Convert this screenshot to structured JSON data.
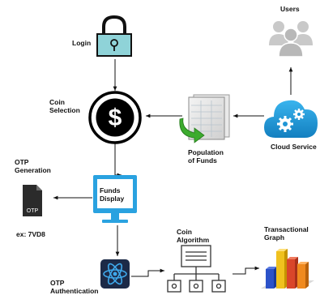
{
  "nodes": {
    "users": {
      "label": "Users",
      "icon": "users-group-icon"
    },
    "login": {
      "label": "Login",
      "icon": "padlock-icon"
    },
    "coin_selection": {
      "label": "Coin\nSelection",
      "icon": "dollar-coin-icon"
    },
    "population_of_funds": {
      "label": "Population\nof Funds",
      "icon": "spreadsheet-refresh-icon"
    },
    "cloud_service": {
      "label": "Cloud Service",
      "icon": "cloud-gears-icon"
    },
    "otp_generation": {
      "label": "OTP\nGeneration",
      "icon": "otp-file-icon",
      "file_text": "OTP"
    },
    "funds_display": {
      "label": "Funds\nDisplay",
      "icon": "monitor-icon"
    },
    "example": {
      "label": "ex: 7VD8"
    },
    "otp_authentication": {
      "label": "OTP\nAuthentication",
      "icon": "atom-app-icon"
    },
    "coin_algorithm": {
      "label": "Coin\nAlgorithm",
      "icon": "hierarchy-chart-icon"
    },
    "transactional_graph": {
      "label": "Transactional\nGraph",
      "icon": "bar-chart-3d-icon"
    }
  },
  "colors": {
    "arrow": "#111111",
    "lock_body": "#8fd3d8",
    "cloud_blue": "#1e96d6",
    "monitor_blue": "#2aa2e0",
    "users_gray": "#c9c9c9",
    "coin_stroke": "#000000"
  }
}
